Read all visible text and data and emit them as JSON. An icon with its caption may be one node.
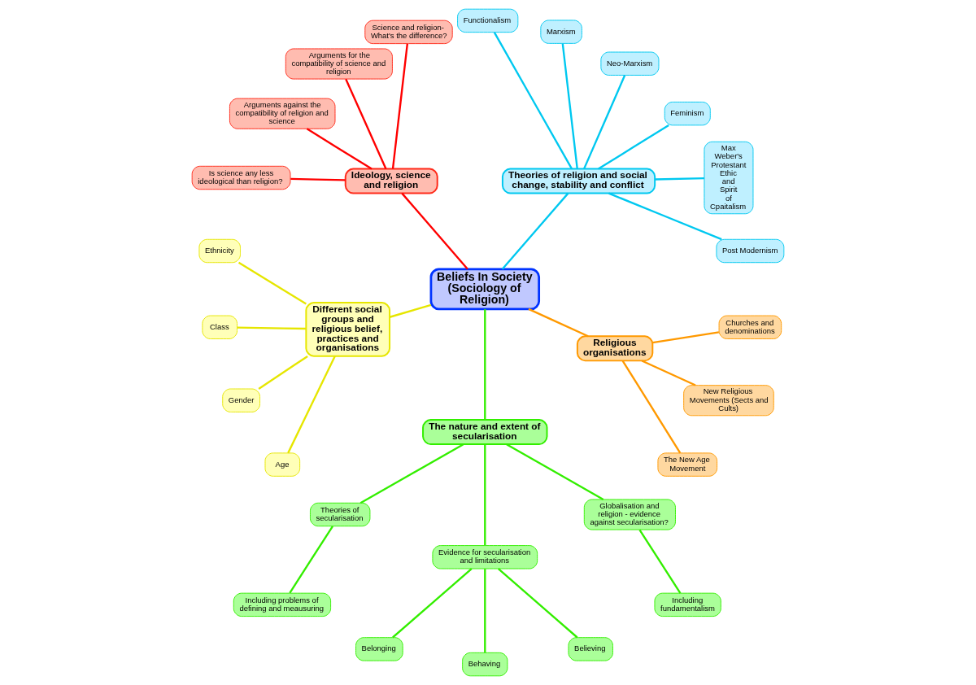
{
  "diagram": {
    "nodes": [
      {
        "text": [
          "Beliefs In Society (Sociology of Religion)"
        ]
      },
      {
        "text": [
          "Ideology, science and religion"
        ]
      },
      {
        "text": [
          "Arguments for the compatibility of science and religion"
        ]
      },
      {
        "text": [
          "Science and religion- What's the difference?"
        ]
      },
      {
        "text": [
          "Arguments against the compatibility of religion and science"
        ]
      },
      {
        "text": [
          "Is science any less ideological than religion?"
        ]
      },
      {
        "text": [
          "Theories of religion and social change, stability and conflict"
        ]
      },
      {
        "text": [
          "Functionalism"
        ]
      },
      {
        "text": [
          "Marxism"
        ]
      },
      {
        "text": [
          "Neo-Marxism"
        ]
      },
      {
        "text": [
          "Feminism"
        ]
      },
      {
        "text": [
          "Max Weber's Protestant Ethic and Spirit of Cpaitalism"
        ]
      },
      {
        "text": [
          "Post Modernism"
        ]
      },
      {
        "text": [
          "Different social groups and religious belief, practices and organisations"
        ]
      },
      {
        "text": [
          "Ethnicity"
        ]
      },
      {
        "text": [
          "Class"
        ]
      },
      {
        "text": [
          "Gender"
        ]
      },
      {
        "text": [
          "Age"
        ]
      },
      {
        "text": [
          "Religious organisations"
        ]
      },
      {
        "text": [
          "Churches and denominations"
        ]
      },
      {
        "text": [
          "New Religious Movements (Sects and Cults)"
        ]
      },
      {
        "text": [
          "The New Age Movement"
        ]
      },
      {
        "text": [
          "The nature and extent of secularisation"
        ]
      },
      {
        "text": [
          "Theories of secularisation"
        ]
      },
      {
        "text": [
          "Including problems of defining and meausuring"
        ]
      },
      {
        "text": [
          "Evidence for secularisation and limitations"
        ]
      },
      {
        "text": [
          "Belonging"
        ]
      },
      {
        "text": [
          "Behaving"
        ]
      },
      {
        "text": [
          "Believing"
        ]
      },
      {
        "text": [
          "Globalisation and religion - evidence against secularisation?"
        ]
      },
      {
        "text": [
          "Including fundamentalism"
        ]
      }
    ],
    "edges": [
      {
        "from": 0,
        "to": 1,
        "arrow": "none",
        "color": "#ff0000"
      },
      {
        "from": 1,
        "to": 2,
        "arrow": "none",
        "color": "#ff0000"
      },
      {
        "from": 1,
        "to": 3,
        "arrow": "none",
        "color": "#ff0000"
      },
      {
        "from": 1,
        "to": 4,
        "arrow": "none",
        "color": "#ff0000"
      },
      {
        "from": 1,
        "to": 5,
        "arrow": "none",
        "color": "#ff0000"
      },
      {
        "from": 0,
        "to": 6,
        "arrow": "none",
        "color": "#00c8f0"
      },
      {
        "from": 6,
        "to": 7,
        "arrow": "none",
        "color": "#00c8f0"
      },
      {
        "from": 6,
        "to": 8,
        "arrow": "none",
        "color": "#00c8f0"
      },
      {
        "from": 6,
        "to": 9,
        "arrow": "none",
        "color": "#00c8f0"
      },
      {
        "from": 6,
        "to": 10,
        "arrow": "none",
        "color": "#00c8f0"
      },
      {
        "from": 6,
        "to": 11,
        "arrow": "none",
        "color": "#00c8f0"
      },
      {
        "from": 6,
        "to": 12,
        "arrow": "none",
        "color": "#00c8f0"
      },
      {
        "from": 0,
        "to": 13,
        "arrow": "none",
        "color": "#e6e600"
      },
      {
        "from": 13,
        "to": 14,
        "arrow": "none",
        "color": "#e6e600"
      },
      {
        "from": 13,
        "to": 15,
        "arrow": "none",
        "color": "#e6e600"
      },
      {
        "from": 13,
        "to": 16,
        "arrow": "none",
        "color": "#e6e600"
      },
      {
        "from": 13,
        "to": 17,
        "arrow": "none",
        "color": "#e6e600"
      },
      {
        "from": 0,
        "to": 18,
        "arrow": "none",
        "color": "#ff9900"
      },
      {
        "from": 18,
        "to": 19,
        "arrow": "none",
        "color": "#ff9900"
      },
      {
        "from": 18,
        "to": 20,
        "arrow": "none",
        "color": "#ff9900"
      },
      {
        "from": 18,
        "to": 21,
        "arrow": "none",
        "color": "#ff9900"
      },
      {
        "from": 0,
        "to": 22,
        "arrow": "none",
        "color": "#33ee00"
      },
      {
        "from": 22,
        "to": 23,
        "arrow": "none",
        "color": "#33ee00"
      },
      {
        "from": 23,
        "to": 24,
        "arrow": "none",
        "color": "#33ee00"
      },
      {
        "from": 22,
        "to": 25,
        "arrow": "none",
        "color": "#33ee00"
      },
      {
        "from": 25,
        "to": 26,
        "arrow": "none",
        "color": "#33ee00"
      },
      {
        "from": 25,
        "to": 27,
        "arrow": "none",
        "color": "#33ee00"
      },
      {
        "from": 25,
        "to": 28,
        "arrow": "none",
        "color": "#33ee00"
      },
      {
        "from": 22,
        "to": 29,
        "arrow": "none",
        "color": "#33ee00"
      },
      {
        "from": 29,
        "to": 30,
        "arrow": "none",
        "color": "#33ee00"
      }
    ]
  }
}
